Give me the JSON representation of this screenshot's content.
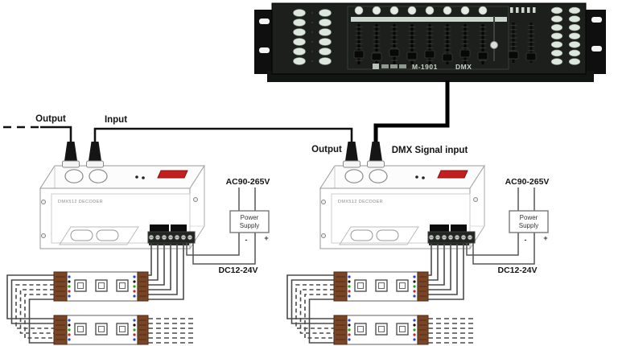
{
  "console": {
    "model": "M-1901",
    "type_label": "DMX"
  },
  "connections": {
    "left_output": "Output",
    "left_input": "Input",
    "right_output": "Output",
    "right_dmx_input": "DMX Signal input"
  },
  "decoders": {
    "label": "DMX512 DECODER"
  },
  "power_supply": {
    "input_voltage": "AC90-265V",
    "label_line1": "Power",
    "label_line2": "Supply",
    "negative": "-",
    "positive": "+",
    "output_voltage": "DC12-24V"
  },
  "colors": {
    "console_body": "#1d1f1d",
    "button_light": "#dde7dd",
    "display_red": "#c41e1e",
    "connector_brown": "#7a4526",
    "wire_dark": "#4a4a4a"
  }
}
